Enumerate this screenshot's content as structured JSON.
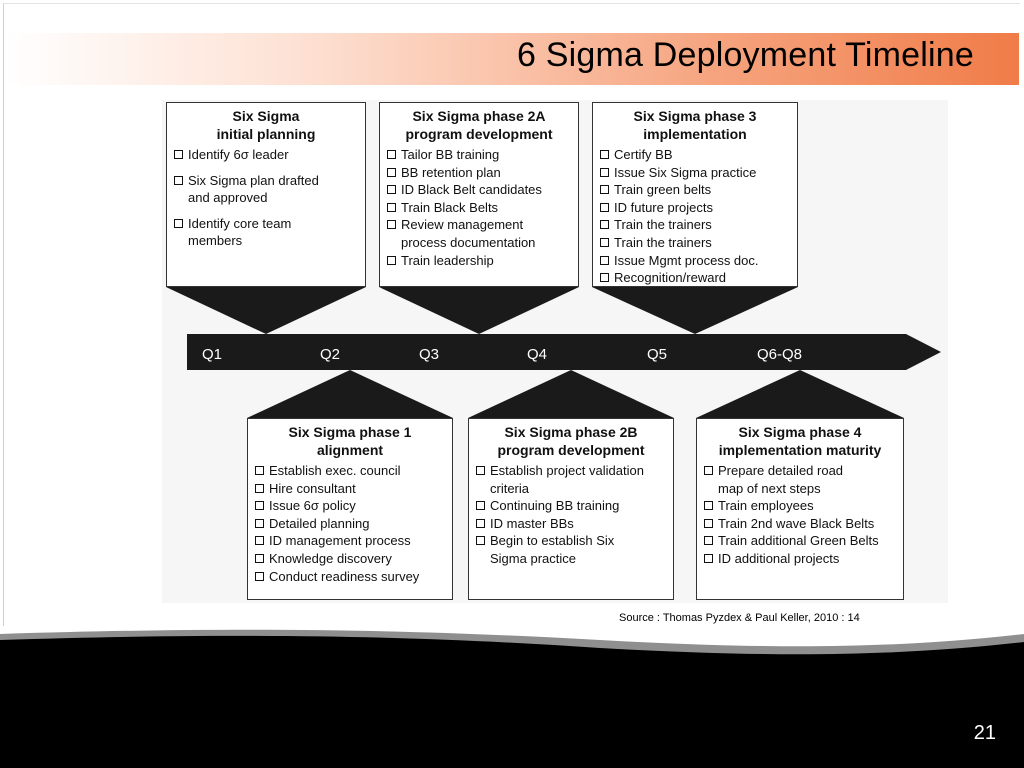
{
  "slide": {
    "title": "6 Sigma Deployment Timeline",
    "source": "Source : Thomas Pyzdex & Paul Keller, 2010 : 14",
    "page_number": "21"
  },
  "timeline": {
    "quarters": [
      "Q1",
      "Q2",
      "Q3",
      "Q4",
      "Q5",
      "Q6-Q8"
    ]
  },
  "phases_top": [
    {
      "title": "Six Sigma\ninitial planning",
      "items": [
        "Identify 6σ leader",
        "Six Sigma plan drafted\nand approved",
        "Identify core team\nmembers"
      ]
    },
    {
      "title": "Six Sigma phase 2A\nprogram development",
      "items": [
        "Tailor BB training",
        "BB retention plan",
        "ID Black Belt candidates",
        "Train Black Belts",
        "Review management\nprocess documentation",
        "Train leadership"
      ]
    },
    {
      "title": "Six Sigma phase 3\nimplementation",
      "items": [
        "Certify BB",
        "Issue Six Sigma practice",
        "Train green belts",
        "ID future projects",
        "Train the trainers",
        "Train the trainers",
        "Issue Mgmt process doc.",
        "Recognition/reward"
      ]
    }
  ],
  "phases_bottom": [
    {
      "title": "Six Sigma phase 1\nalignment",
      "items": [
        "Establish exec. council",
        "Hire consultant",
        "Issue 6σ policy",
        "Detailed planning",
        "ID management process",
        "Knowledge discovery",
        "Conduct readiness survey"
      ]
    },
    {
      "title": "Six Sigma phase 2B\nprogram development",
      "items": [
        "Establish project validation\ncriteria",
        "Continuing BB training",
        "ID master BBs",
        "Begin to establish Six\nSigma practice"
      ]
    },
    {
      "title": "Six Sigma phase 4\nimplementation maturity",
      "items": [
        "Prepare detailed road\nmap of next steps",
        "Train employees",
        "Train 2nd wave Black Belts",
        "Train additional Green Belts",
        "ID additional projects"
      ]
    }
  ]
}
